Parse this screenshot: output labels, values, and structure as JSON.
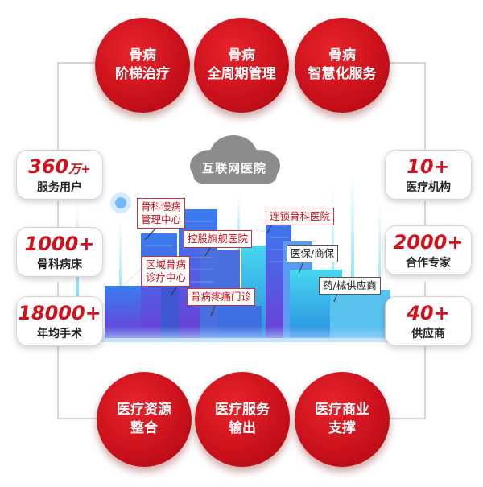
{
  "top_circles": [
    {
      "lines": [
        "骨病",
        "阶梯治疗"
      ]
    },
    {
      "lines": [
        "骨病",
        "全周期管理"
      ]
    },
    {
      "lines": [
        "骨病",
        "智慧化服务"
      ]
    }
  ],
  "bottom_circles": [
    {
      "lines": [
        "医疗资源",
        "整合"
      ]
    },
    {
      "lines": [
        "医疗服务",
        "输出"
      ]
    },
    {
      "lines": [
        "医疗商业",
        "支撑"
      ]
    }
  ],
  "left_stats": [
    {
      "number": "360",
      "unit": "万+",
      "label": "服务用户"
    },
    {
      "number": "1000+",
      "unit": "",
      "label": "骨科病床"
    },
    {
      "number": "18000+",
      "unit": "",
      "label": "年均手术"
    }
  ],
  "right_stats": [
    {
      "number": "10+",
      "unit": "",
      "label": "医疗机构"
    },
    {
      "number": "2000+",
      "unit": "",
      "label": "合作专家"
    },
    {
      "number": "40+",
      "unit": "",
      "label": "供应商"
    }
  ],
  "cloud": {
    "title": "互联网医院"
  },
  "tags": {
    "chronic": [
      "骨科慢病",
      "管理中心"
    ],
    "flagship": "控股旗舰医院",
    "chain": "连锁骨科医院",
    "regional": [
      "区域骨病",
      "诊疗中心"
    ],
    "pain": "骨病疼痛门诊",
    "insurance": "医保/商保",
    "supplier": "药/械供应商"
  },
  "colors": {
    "accent": "#d4101a",
    "building_blue": "#2f63d8",
    "building_cyan": "#3fd0e8"
  }
}
